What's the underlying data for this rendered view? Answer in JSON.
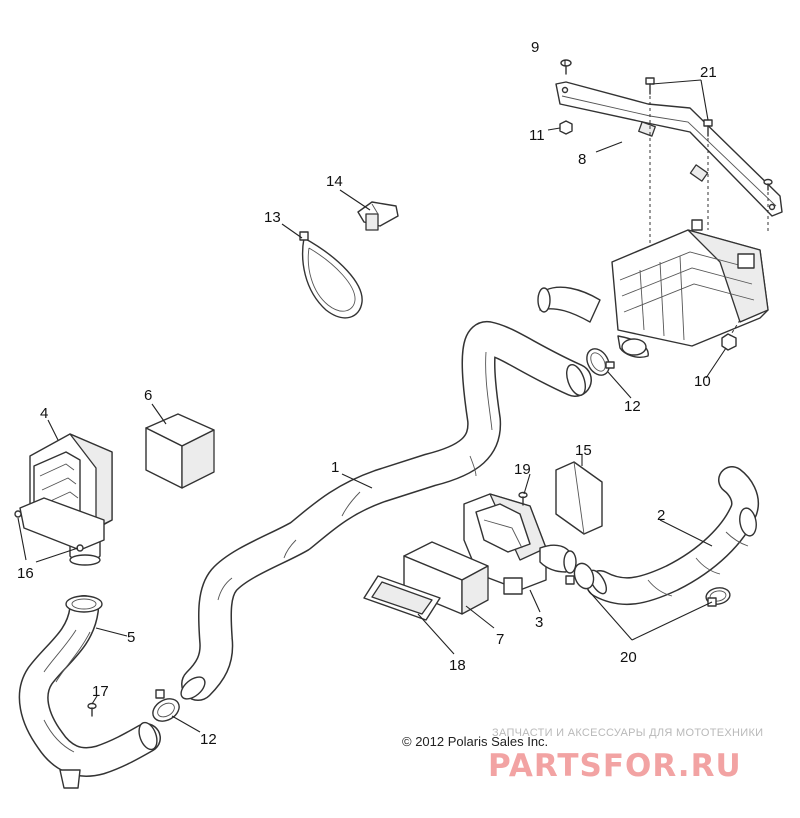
{
  "callouts": {
    "c1": "1",
    "c2": "2",
    "c3": "3",
    "c4": "4",
    "c5": "5",
    "c6": "6",
    "c7": "7",
    "c8": "8",
    "c9": "9",
    "c10": "10",
    "c11": "11",
    "c12a": "12",
    "c12b": "12",
    "c13": "13",
    "c14": "14",
    "c15": "15",
    "c16": "16",
    "c17": "17",
    "c18": "18",
    "c19": "19",
    "c20": "20",
    "c21": "21"
  },
  "copyright": "© 2012 Polaris Sales Inc.",
  "watermark": {
    "tagline": "ЗАПЧАСТИ И АКСЕССУАРЫ ДЛЯ МОТОТЕХНИКИ",
    "logo": "PARTSFOR.RU"
  }
}
